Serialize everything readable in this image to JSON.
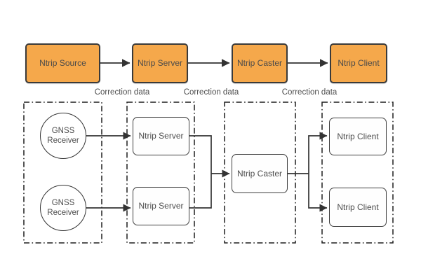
{
  "diagram": {
    "type": "flow-diagram",
    "subject": "NTRIP correction data architecture",
    "colors": {
      "background": "#ffffff",
      "orange_node_fill": "#F5A84B",
      "orange_node_border": "#3a3a3a",
      "plain_node_fill": "#fefefe",
      "plain_node_border": "#3f3f3f",
      "connector": "#333333",
      "label_text": "#4d4d4d",
      "group_border": "#1f1f1f"
    },
    "top_flow": {
      "nodes": [
        {
          "id": "ntrip-source",
          "label": "Ntrip Source"
        },
        {
          "id": "ntrip-server",
          "label": "Ntrip Server"
        },
        {
          "id": "ntrip-caster",
          "label": "Ntrip Caster"
        },
        {
          "id": "ntrip-client",
          "label": "Ntrip Client"
        }
      ],
      "edge_labels": [
        {
          "text": "Correction data"
        },
        {
          "text": "Correction data"
        },
        {
          "text": "Correction data"
        }
      ]
    },
    "detail_flow": {
      "groups": [
        {
          "id": "group-gnss-receivers"
        },
        {
          "id": "group-ntrip-servers"
        },
        {
          "id": "group-ntrip-caster"
        },
        {
          "id": "group-ntrip-clients"
        }
      ],
      "gnss_receivers": [
        {
          "id": "gnss-receiver-1",
          "label": "GNSS Receiver"
        },
        {
          "id": "gnss-receiver-2",
          "label": "GNSS Receiver"
        }
      ],
      "servers": [
        {
          "id": "ntrip-server-1",
          "label": "Ntrip Server"
        },
        {
          "id": "ntrip-server-2",
          "label": "Ntrip Server"
        }
      ],
      "caster": {
        "id": "ntrip-caster-detail",
        "label": "Ntrip Caster"
      },
      "clients": [
        {
          "id": "ntrip-client-1",
          "label": "Ntrip Client"
        },
        {
          "id": "ntrip-client-2",
          "label": "Ntrip Client"
        }
      ]
    }
  }
}
